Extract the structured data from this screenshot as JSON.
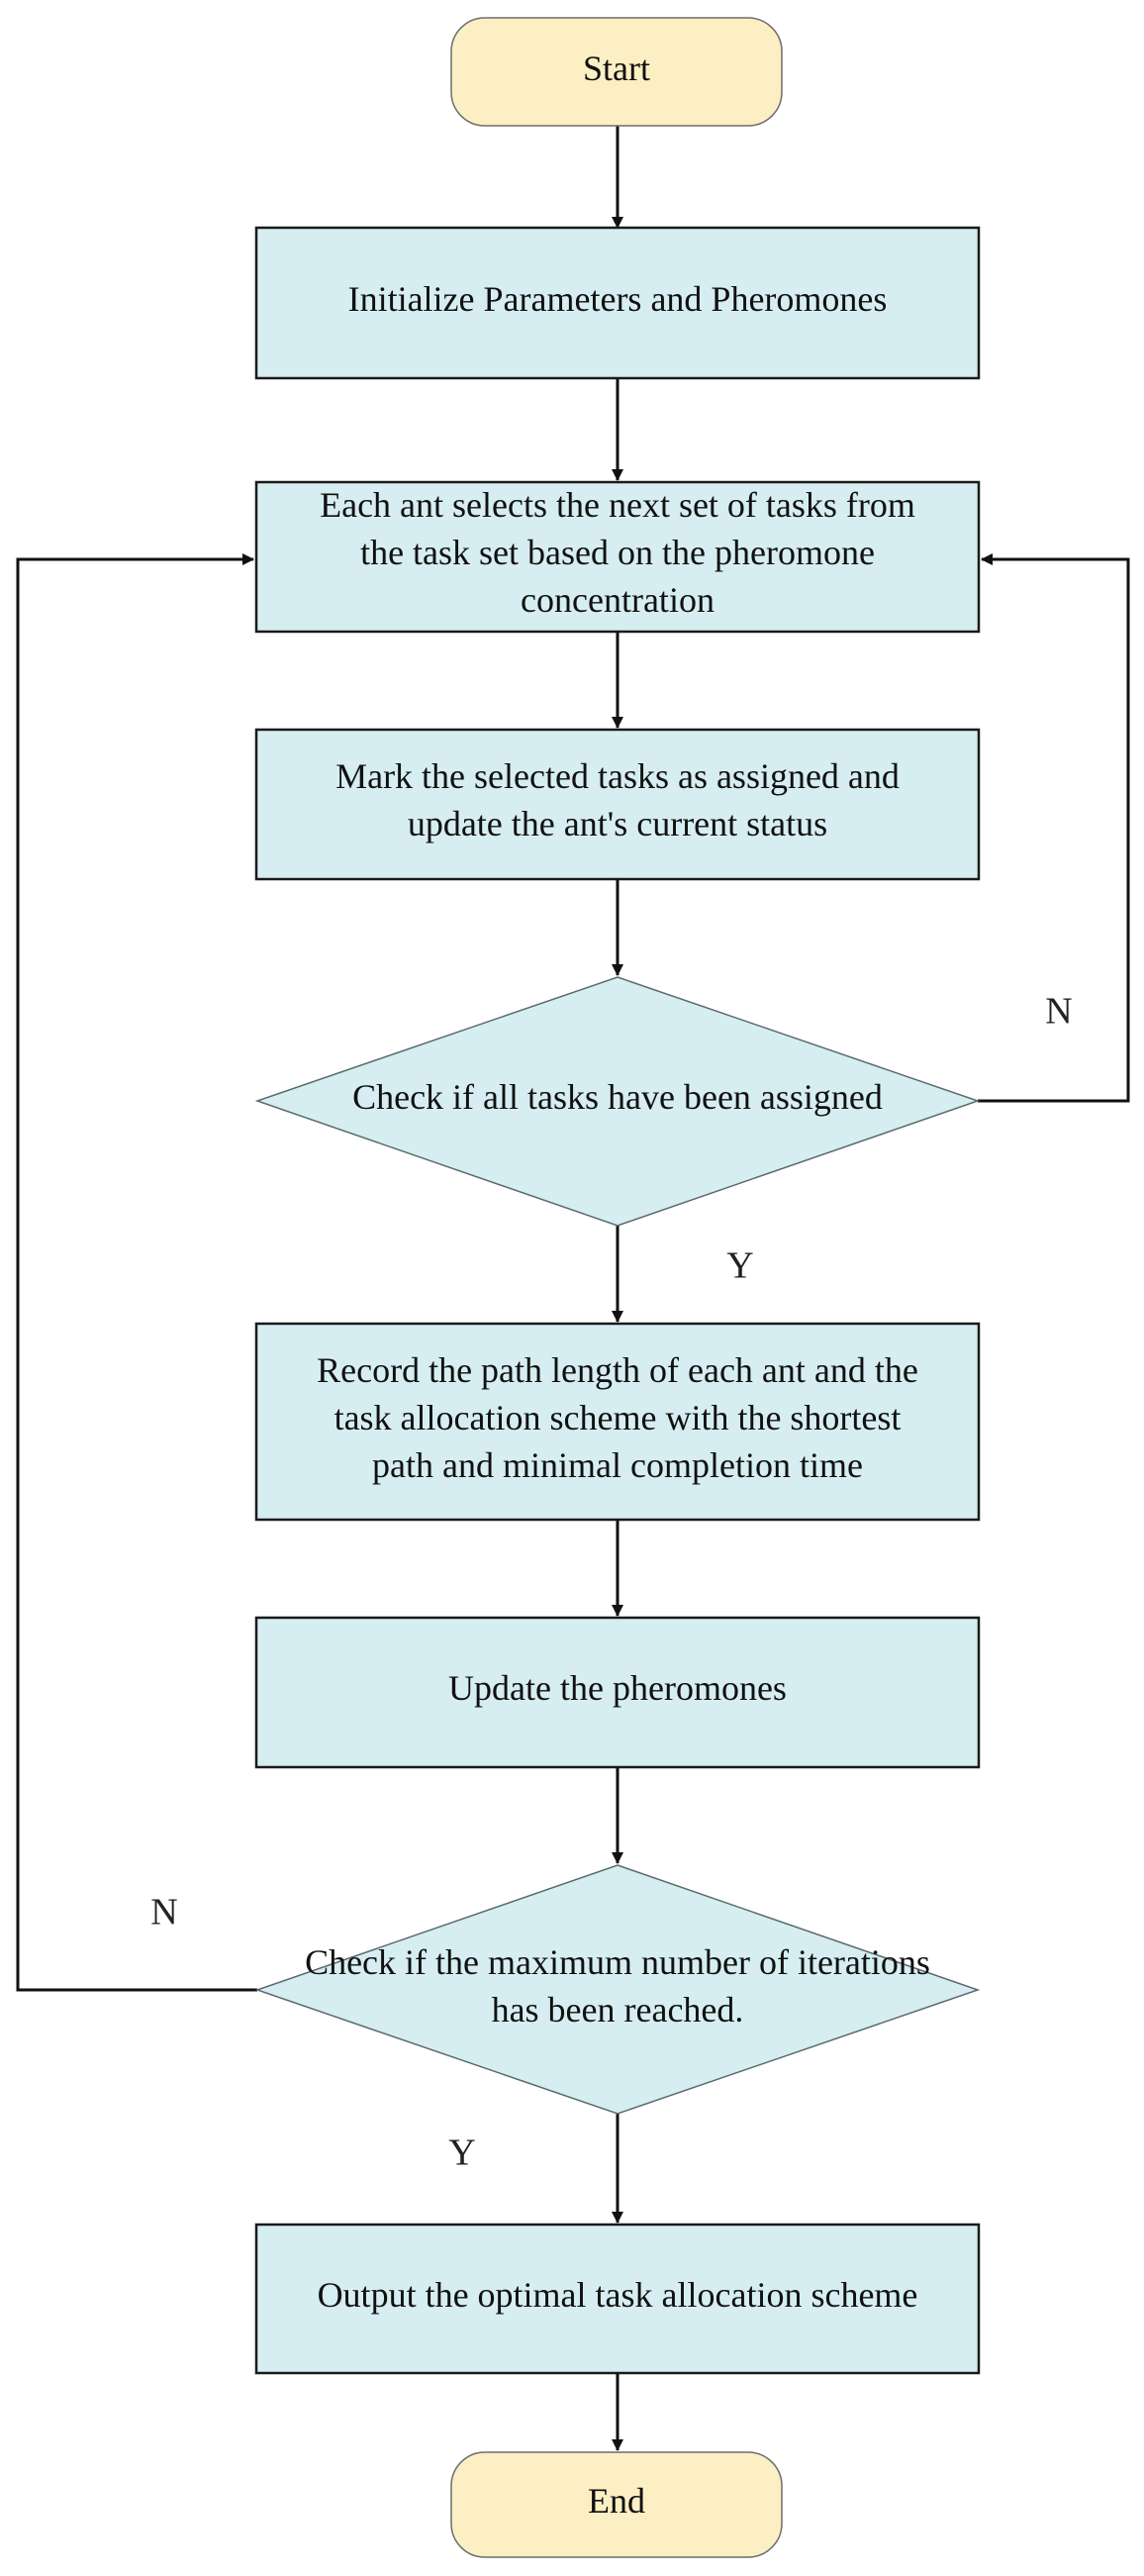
{
  "nodes": {
    "start": {
      "lines": [
        "Start"
      ]
    },
    "init": {
      "lines": [
        "Initialize Parameters and Pheromones"
      ]
    },
    "select": {
      "lines": [
        "Each ant selects the next set of tasks from",
        "the task set based on the pheromone",
        "concentration"
      ]
    },
    "mark": {
      "lines": [
        "Mark the selected tasks as assigned and",
        "update the ant's current status"
      ]
    },
    "check_tasks": {
      "lines": [
        "Check if all tasks have been assigned"
      ]
    },
    "record": {
      "lines": [
        "Record the path length of each ant and the",
        "task allocation scheme with the shortest",
        "path and minimal completion time"
      ]
    },
    "update": {
      "lines": [
        "Update the pheromones"
      ]
    },
    "check_iter": {
      "lines": [
        "Check if the maximum number of iterations",
        "has been reached."
      ]
    },
    "output": {
      "lines": [
        "Output the optimal task allocation scheme"
      ]
    },
    "end": {
      "lines": [
        "End"
      ]
    }
  },
  "edge_labels": {
    "tasks_no": "N",
    "tasks_yes": "Y",
    "iter_no": "N",
    "iter_yes": "Y"
  }
}
